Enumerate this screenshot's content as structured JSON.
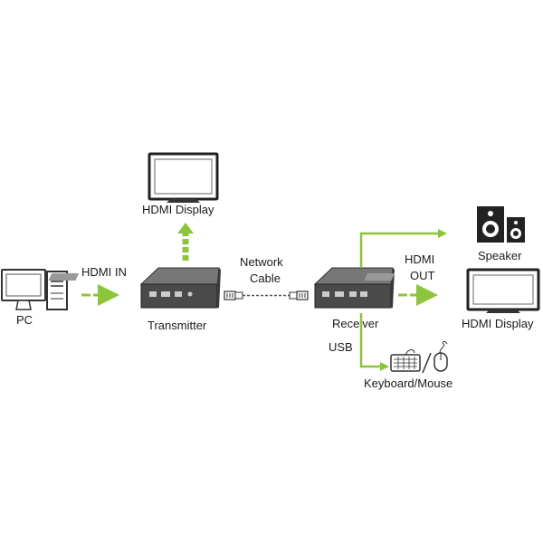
{
  "labels": {
    "pc": "PC",
    "hdmi_in": "HDMI IN",
    "hdmi_display_top": "HDMI Display",
    "transmitter": "Transmitter",
    "network": "Network",
    "cable": "Cable",
    "receiver": "Receiver",
    "hdmi": "HDMI",
    "out": "OUT",
    "speaker": "Speaker",
    "hdmi_display_right": "HDMI Display",
    "usb": "USB",
    "keyboard_mouse": "Keyboard/Mouse"
  },
  "colors": {
    "accent_green": "#8cc43c",
    "device_dark": "#4a4a4a",
    "outline": "#333333"
  },
  "icons": [
    "desktop-pc-icon",
    "monitor-icon",
    "hdmi-extender-transmitter-icon",
    "network-cable-icon",
    "hdmi-extender-receiver-icon",
    "speaker-icon",
    "keyboard-icon",
    "mouse-icon"
  ]
}
